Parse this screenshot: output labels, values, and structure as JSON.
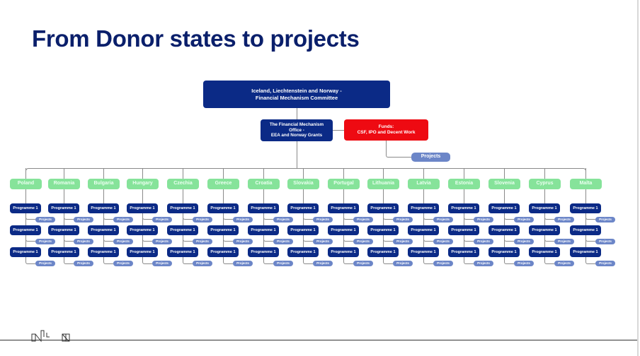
{
  "title": "From Donor states to projects",
  "committee": {
    "line1": "Iceland, Liechtenstein and Norway  -",
    "line2": "Financial Mechanism Committee"
  },
  "office": {
    "line1": "The Financial Mechanism",
    "line2": "Office -",
    "line3": "EEA and Norway Grants"
  },
  "funds": {
    "line1": "Funds:",
    "line2": "CSF, IPO and Decent Work"
  },
  "funds_projects_label": "Projects",
  "programme_label": "Programme 1",
  "projects_label": "Projects",
  "countries": [
    "Poland",
    "Romania",
    "Bulgaria",
    "Hungary",
    "Czechia",
    "Greece",
    "Croatia",
    "Slovakia",
    "Portugal",
    "Lithuania",
    "Latvia",
    "Estonia",
    "Slovenia",
    "Cyprus",
    "Malta"
  ],
  "programmes_per_country": 3,
  "colors": {
    "title": "#0a1f6b",
    "navy": "#0b2a86",
    "red": "#ee0a12",
    "green": "#86e39a",
    "projects": "#6c86c8"
  }
}
